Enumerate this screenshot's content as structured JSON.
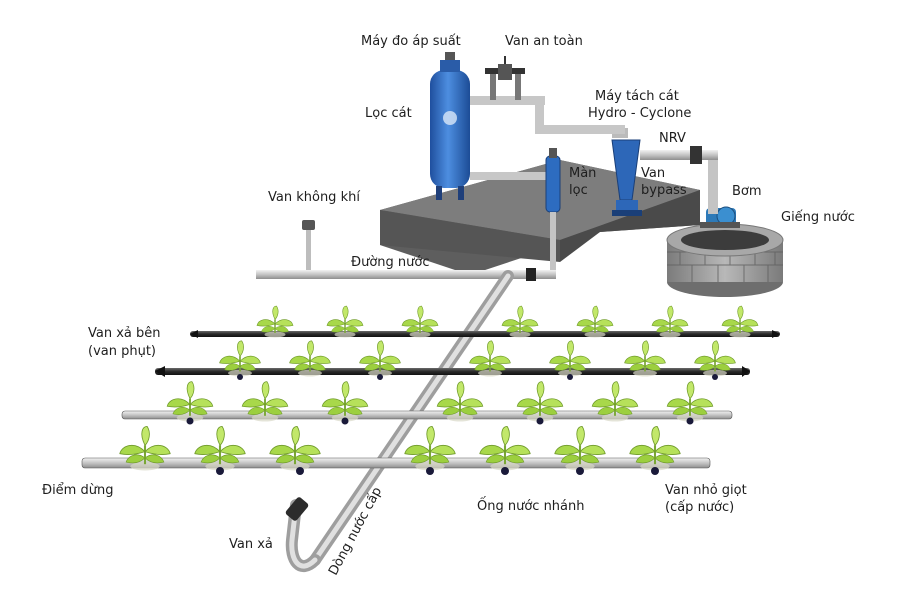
{
  "labels": {
    "pressure_gauge": "Máy đo áp suất",
    "safety_valve": "Van an toàn",
    "sand_filter": "Lọc cát",
    "hydrocyclone_1": "Máy tách cát",
    "hydrocyclone_2": "Hydro - Cyclone",
    "nrv": "NRV",
    "screen_filter_1": "Màn",
    "screen_filter_2": "lọc",
    "bypass_1": "Van",
    "bypass_2": "bypass",
    "pump": "Bơm",
    "well": "Giếng nước",
    "air_valve": "Van không khí",
    "main_line": "Đường nước",
    "lateral_valve_1": "Van xả bên",
    "lateral_valve_2": "(van phụt)",
    "end_stop": "Điểm dừng",
    "branch_pipe": "Ống nước nhánh",
    "dripper_1": "Van nhỏ giọt",
    "dripper_2": "(cấp nước)",
    "flush_valve": "Van xả",
    "supply_line": "Dòng nước cấp"
  },
  "colors": {
    "pipe": "#c9c9c9",
    "platform": "#6b6b6b",
    "tank": "#2f6fc4",
    "leaf": "#a8d84a",
    "well_stone": "#9a9a9a",
    "lateral": "#2b2b2b"
  }
}
